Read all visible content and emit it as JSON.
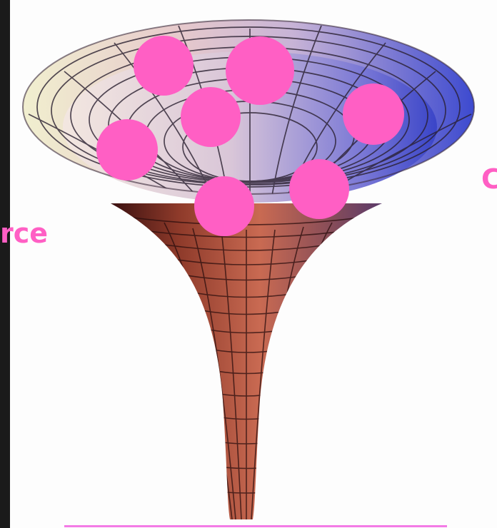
{
  "diagram": {
    "left_label": "rce",
    "right_label": "C",
    "ball_count": 7,
    "colors": {
      "ball": "#ff5fc4",
      "label": "#ff5fc4",
      "bottom_line": "#f47be6",
      "frame": "#1a1a1a",
      "canvas": "#fdfdfd"
    }
  }
}
